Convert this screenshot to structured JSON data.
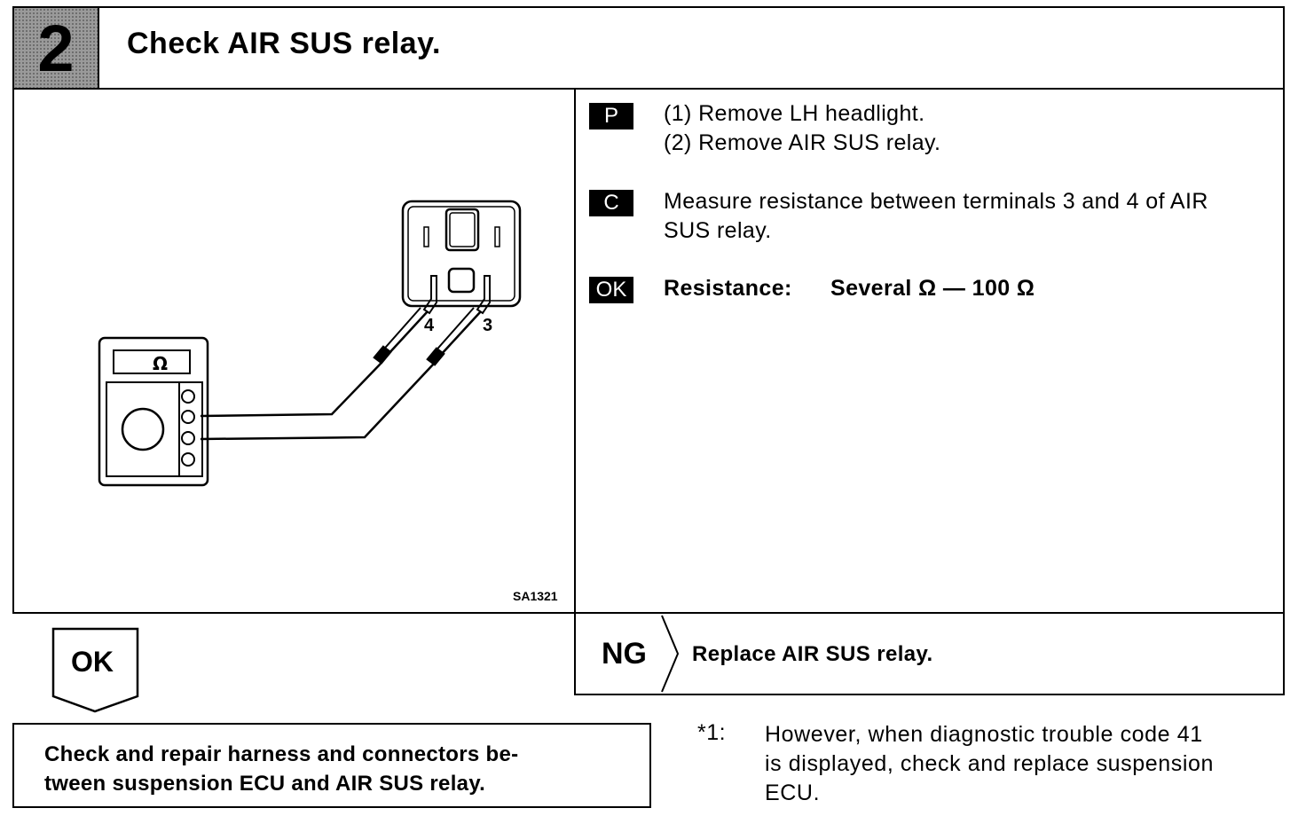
{
  "step": {
    "number": "2",
    "title": "Check AIR SUS relay."
  },
  "figure": {
    "id": "SA1321",
    "meter_symbol": "Ω",
    "terminal_left": "4",
    "terminal_right": "3"
  },
  "instructions": {
    "prepare": {
      "tag": "P",
      "line1": "(1) Remove LH headlight.",
      "line2": "(2) Remove AIR SUS relay."
    },
    "check": {
      "tag": "C",
      "line1": "Measure resistance between terminals 3 and 4 of AIR",
      "line2": "SUS relay."
    },
    "ok": {
      "tag": "OK",
      "label": "Resistance:",
      "value": "Several Ω — 100 Ω"
    }
  },
  "ng": {
    "label": "NG",
    "action": "Replace AIR SUS relay."
  },
  "ok_result": {
    "label": "OK",
    "action_line1": "Check and repair harness and connectors be-",
    "action_line2": "tween suspension ECU and AIR SUS relay."
  },
  "footnote": {
    "mark": "*1:",
    "line1": "However, when diagnostic trouble code 41",
    "line2": "is displayed, check and replace suspension",
    "line3": "ECU."
  }
}
